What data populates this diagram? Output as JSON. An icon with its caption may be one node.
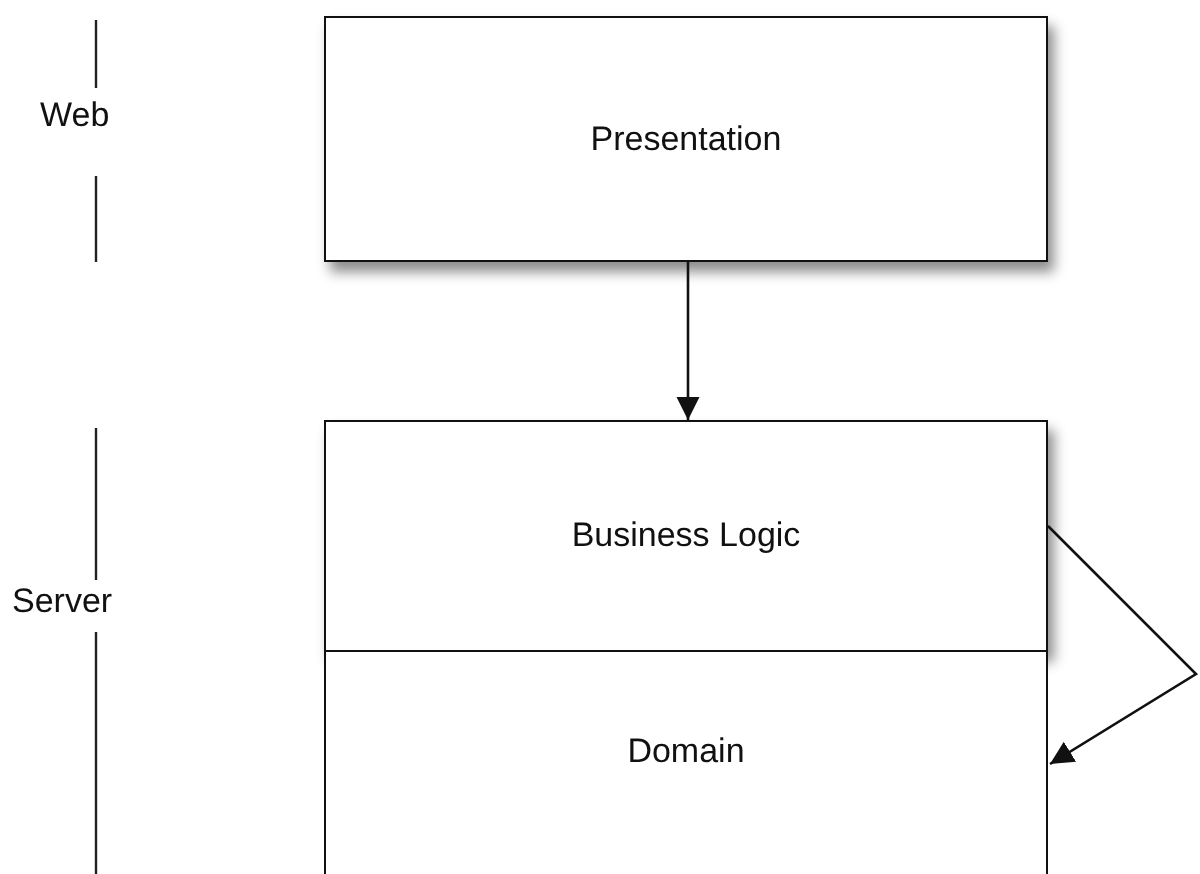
{
  "diagram": {
    "nodes": [
      {
        "text": [
          "Presentation"
        ]
      },
      {
        "text": [
          "Business Logic"
        ]
      },
      {
        "text": [
          "Domain"
        ]
      }
    ],
    "edges": [
      {
        "from": 0,
        "to": 1,
        "arrow": "to"
      },
      {
        "from": 1,
        "to": 2,
        "arrow": "to"
      }
    ],
    "labels": [
      "Web",
      "Server"
    ]
  }
}
